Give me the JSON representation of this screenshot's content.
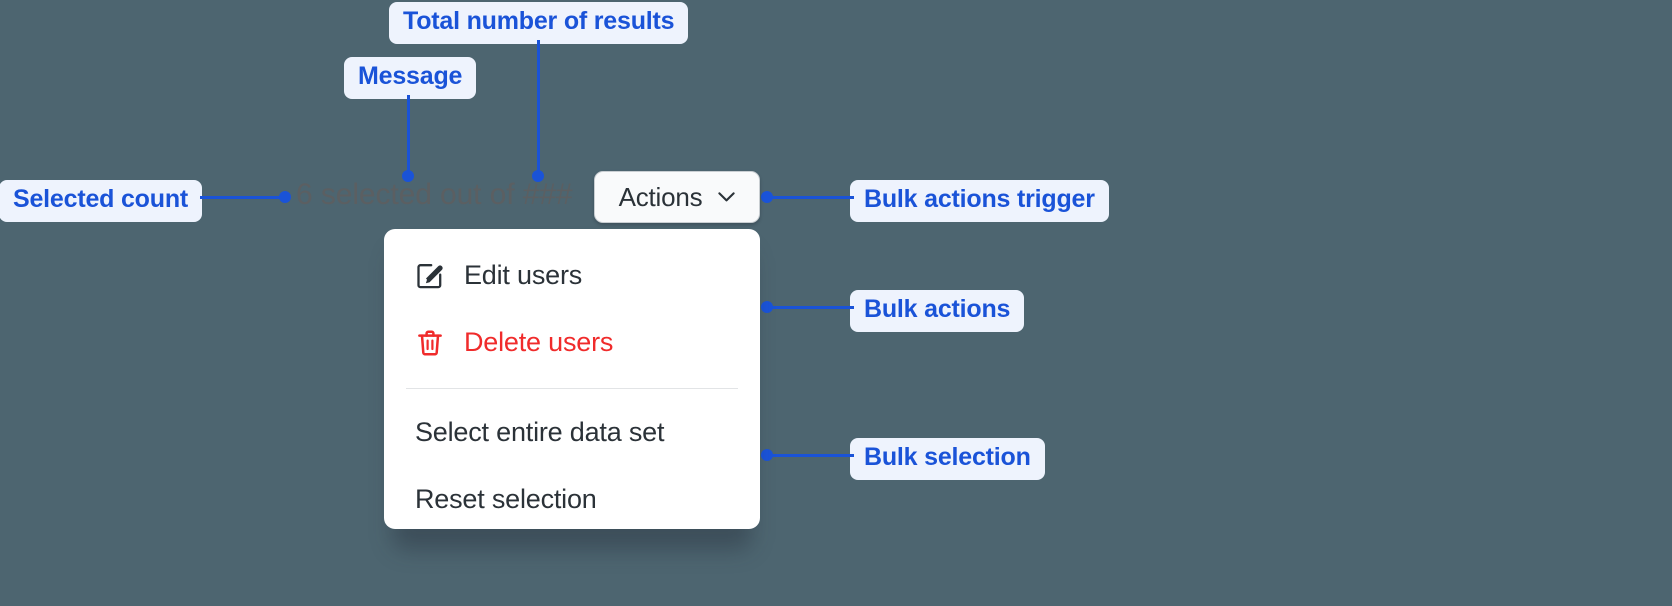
{
  "canvas": {
    "background": "#4d6570",
    "accent": "#1a53d8",
    "chip_bg": "#eef3fd",
    "danger": "#f02b2b"
  },
  "selection_bar": {
    "selected_count": "6",
    "message_text": "selected out of",
    "total_results": "###",
    "full_text": "6 selected out of ###"
  },
  "actions_trigger": {
    "label": "Actions",
    "chevron_icon": "chevron-down-icon"
  },
  "menu": {
    "bulk_actions": [
      {
        "label": "Edit users",
        "icon": "edit-pencil-square-icon",
        "danger": false
      },
      {
        "label": "Delete users",
        "icon": "trash-icon",
        "danger": true
      }
    ],
    "bulk_selection": [
      {
        "label": "Select entire data set",
        "icon": "",
        "danger": false
      },
      {
        "label": "Reset selection",
        "icon": "",
        "danger": false
      }
    ]
  },
  "annotations": {
    "total_results": "Total number of results",
    "message": "Message",
    "selected_count": "Selected count",
    "bulk_actions_trigger": "Bulk actions trigger",
    "bulk_actions": "Bulk actions",
    "bulk_selection": "Bulk selection"
  }
}
